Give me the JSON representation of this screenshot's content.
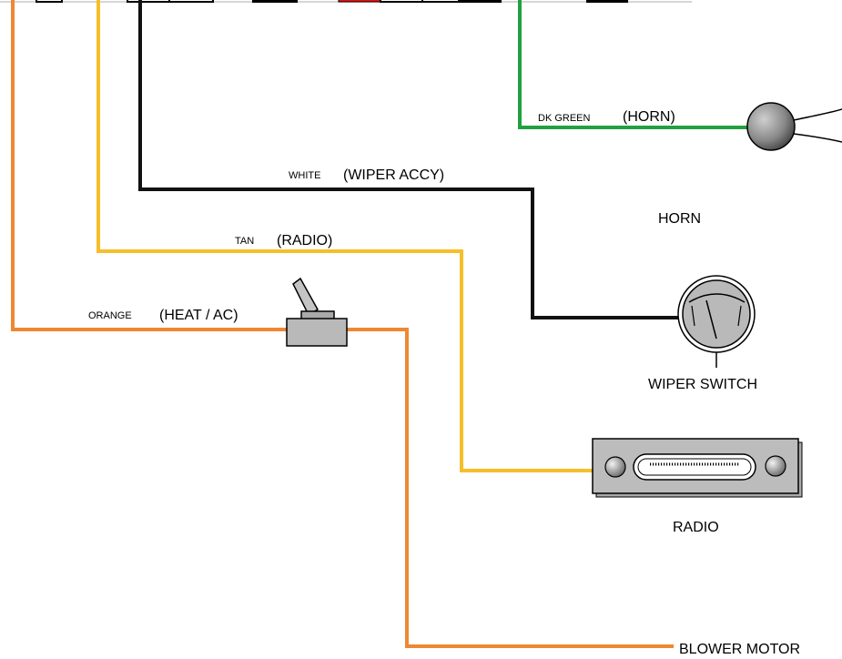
{
  "colors": {
    "orange": "#ee8833",
    "tan": "#f6bf2a",
    "white_wire": "#111111",
    "dk_green": "#22a040",
    "connector_red": "#ee1111",
    "component_gray": "#b9b9b9"
  },
  "wires": {
    "dk_green": {
      "color_label": "DK GREEN",
      "circuit_label": "(HORN)"
    },
    "white": {
      "color_label": "WHITE",
      "circuit_label": "(WIPER ACCY)"
    },
    "tan": {
      "color_label": "TAN",
      "circuit_label": "(RADIO)"
    },
    "orange": {
      "color_label": "ORANGE",
      "circuit_label": "(HEAT / AC)"
    }
  },
  "components": {
    "horn": "HORN",
    "wiper_switch": "WIPER SWITCH",
    "radio": "RADIO",
    "blower_motor": "BLOWER MOTOR"
  }
}
